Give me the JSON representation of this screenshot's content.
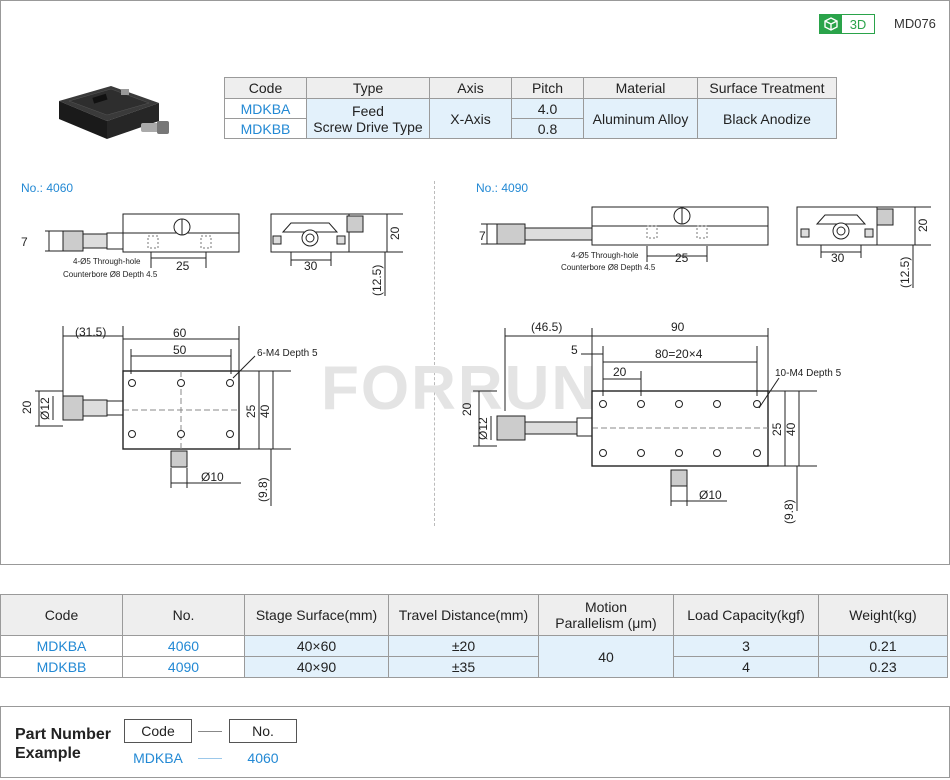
{
  "header": {
    "badge_label": "3D",
    "model_code": "MD076"
  },
  "spec_table": {
    "headers": [
      "Code",
      "Type",
      "Axis",
      "Pitch",
      "Material",
      "Surface Treatment"
    ],
    "codes": [
      "MDKBA",
      "MDKBB"
    ],
    "type_line1": "Feed",
    "type_line2": "Screw Drive Type",
    "axis": "X-Axis",
    "pitches": [
      "4.0",
      "0.8"
    ],
    "material": "Aluminum Alloy",
    "surface": "Black Anodize"
  },
  "drawings": {
    "left": {
      "label": "No.: 4060",
      "dims": {
        "d7": "7",
        "d25": "25",
        "d30": "30",
        "d20": "20",
        "d125": "(12.5)",
        "d315": "(31.5)",
        "d60": "60",
        "d50": "50",
        "m4": "6-M4 Depth 5",
        "d20b": "20",
        "d12": "Ø12",
        "d25b": "25",
        "d40": "40",
        "d10": "Ø10",
        "d98": "(9.8)"
      },
      "hole1": "4-Ø5 Through-hole",
      "hole2": "Counterbore Ø8 Depth 4.5"
    },
    "right": {
      "label": "No.: 4090",
      "dims": {
        "d7": "7",
        "d25": "25",
        "d30": "30",
        "d20": "20",
        "d125": "(12.5)",
        "d465": "(46.5)",
        "d90": "90",
        "d5": "5",
        "d80": "80=20×4",
        "d20t": "20",
        "m4": "10-M4 Depth 5",
        "d20b": "20",
        "d12": "Ø12",
        "d25b": "25",
        "d40": "40",
        "d10": "Ø10",
        "d98": "(9.8)"
      },
      "hole1": "4-Ø5 Through-hole",
      "hole2": "Counterbore Ø8 Depth 4.5"
    },
    "watermark": "FORRUN"
  },
  "perf_table": {
    "headers": [
      "Code",
      "No.",
      "Stage Surface(mm)",
      "Travel Distance(mm)",
      "Motion",
      "Parallelism (μm)",
      "Load Capacity(kgf)",
      "Weight(kg)"
    ],
    "rows": [
      {
        "code": "MDKBA",
        "no": "4060",
        "stage": "40×60",
        "travel": "±20",
        "load": "3",
        "weight": "0.21"
      },
      {
        "code": "MDKBB",
        "no": "4090",
        "stage": "40×90",
        "travel": "±35",
        "load": "4",
        "weight": "0.23"
      }
    ],
    "parallelism": "40"
  },
  "part_number": {
    "title_line1": "Part Number",
    "title_line2": "Example",
    "code_label": "Code",
    "no_label": "No.",
    "code_value": "MDKBA",
    "no_value": "4060"
  }
}
